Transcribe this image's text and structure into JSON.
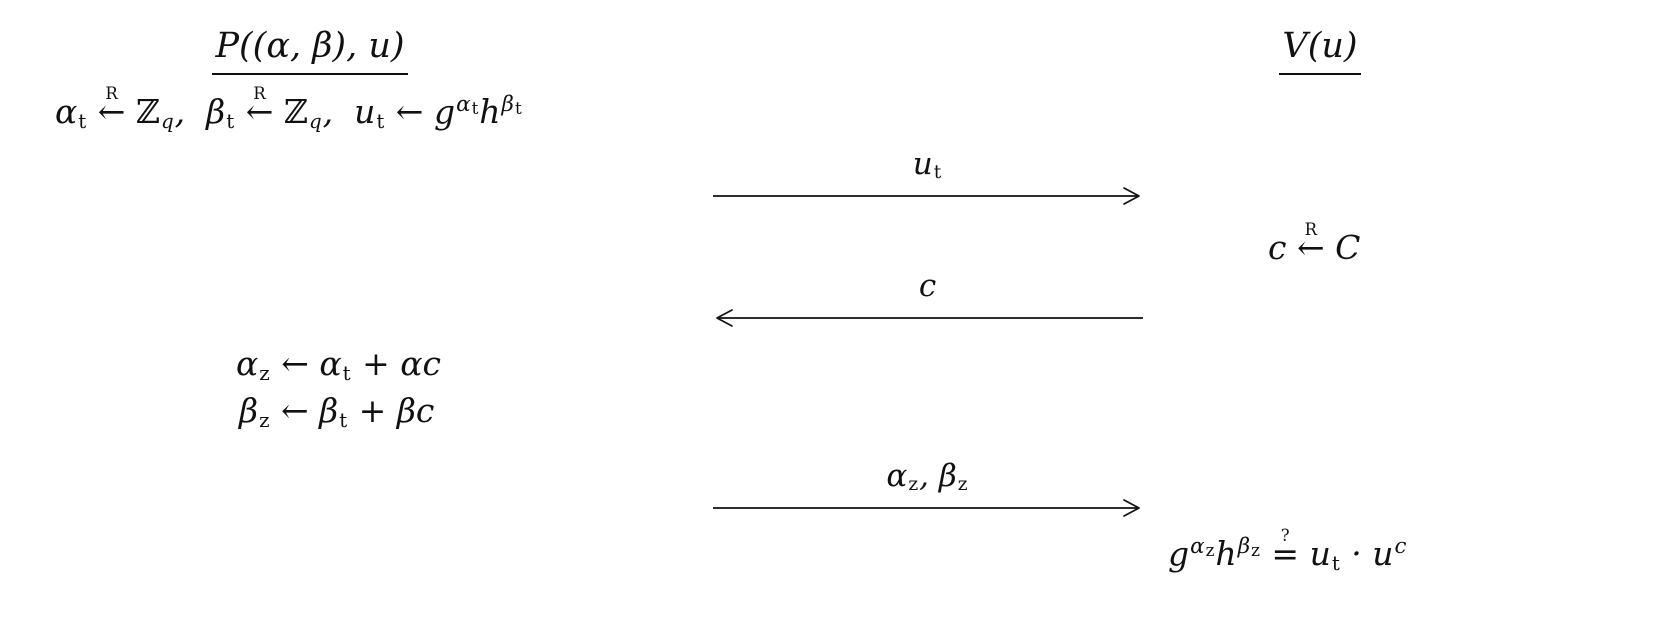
{
  "colors": {
    "ink": "#000000",
    "bg": "#ffffff"
  },
  "prover": {
    "header": [
      {
        "t": "P((α, β), u)"
      }
    ],
    "commit_line": [
      {
        "t": "α"
      },
      {
        "sub": "t"
      },
      {
        "t": " "
      },
      {
        "stk": [
          "R",
          "←"
        ]
      },
      {
        "t": " "
      },
      {
        "r": "ℤ"
      },
      {
        "sub": "q",
        "i": true
      },
      {
        "t": ",  "
      },
      {
        "t": "β"
      },
      {
        "sub": "t"
      },
      {
        "t": " "
      },
      {
        "stk": [
          "R",
          "←"
        ]
      },
      {
        "t": " "
      },
      {
        "r": "ℤ"
      },
      {
        "sub": "q",
        "i": true
      },
      {
        "t": ",  "
      },
      {
        "t": "u"
      },
      {
        "sub": "t"
      },
      {
        "t": " ← "
      },
      {
        "t": "g"
      },
      {
        "sup": "α",
        "s": "t"
      },
      {
        "t": "h"
      },
      {
        "sup": "β",
        "s": "t"
      }
    ],
    "response_line_1": [
      {
        "t": "α"
      },
      {
        "sub": "z"
      },
      {
        "t": " ← "
      },
      {
        "t": "α"
      },
      {
        "sub": "t"
      },
      {
        "t": " + "
      },
      {
        "t": "αc"
      }
    ],
    "response_line_2": [
      {
        "t": "β"
      },
      {
        "sub": "z"
      },
      {
        "t": " ← "
      },
      {
        "t": "β"
      },
      {
        "sub": "t"
      },
      {
        "t": " + "
      },
      {
        "t": "βc"
      }
    ]
  },
  "verifier": {
    "header": [
      {
        "t": "V(u)"
      }
    ],
    "challenge_line": [
      {
        "t": "c "
      },
      {
        "stk": [
          "R",
          "←"
        ]
      },
      {
        "t": " "
      },
      {
        "t": "C"
      }
    ],
    "check_line": [
      {
        "t": "g"
      },
      {
        "sup": "α",
        "s": "z"
      },
      {
        "t": "h"
      },
      {
        "sup": "β",
        "s": "z"
      },
      {
        "t": " "
      },
      {
        "stk": [
          "?",
          "="
        ]
      },
      {
        "t": " "
      },
      {
        "t": "u"
      },
      {
        "sub": "t"
      },
      {
        "t": " · "
      },
      {
        "t": "u"
      },
      {
        "sup": "c"
      }
    ]
  },
  "messages": [
    {
      "direction": "right",
      "label": [
        {
          "t": "u"
        },
        {
          "sub": "t"
        }
      ]
    },
    {
      "direction": "left",
      "label": [
        {
          "t": "c"
        }
      ]
    },
    {
      "direction": "right",
      "label": [
        {
          "t": "α"
        },
        {
          "sub": "z"
        },
        {
          "t": ", "
        },
        {
          "t": "β"
        },
        {
          "sub": "z"
        }
      ]
    }
  ]
}
